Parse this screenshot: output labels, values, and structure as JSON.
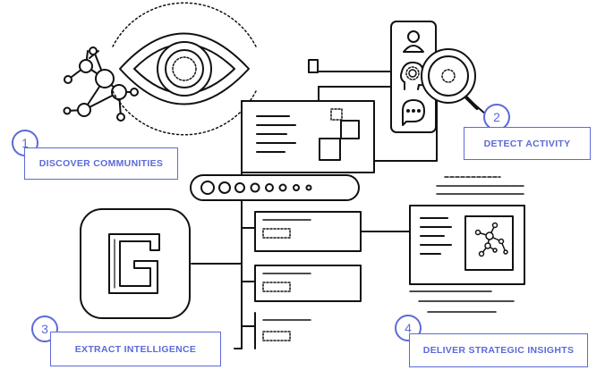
{
  "steps": [
    {
      "number": "1",
      "label": "DISCOVER COMMUNITIES"
    },
    {
      "number": "2",
      "label": "DETECT ACTIVITY"
    },
    {
      "number": "3",
      "label": "EXTRACT INTELLIGENCE"
    },
    {
      "number": "4",
      "label": "DELIVER STRATEGIC INSIGHTS"
    }
  ],
  "colors": {
    "accent": "#5b6ad8",
    "line": "#111111",
    "background": "#ffffff"
  },
  "icons": [
    "network-graph-icon",
    "eye-icon",
    "user-icon",
    "head-gear-icon",
    "chat-bubble-icon",
    "magnifier-icon",
    "logo-g-icon",
    "search-bar-icon",
    "report-card-icon"
  ]
}
